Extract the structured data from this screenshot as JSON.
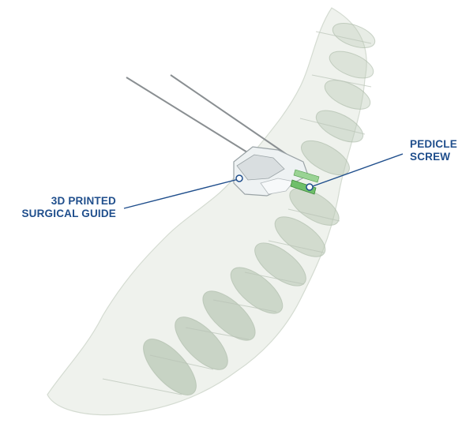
{
  "colors": {
    "label_text": "#1f4e8c",
    "leader_line": "#1f4e8c",
    "bone_fill": "#e6ece4",
    "bone_stroke": "#c9d2c7",
    "disc_fill": "#b9c8b5",
    "guide_fill": "#eef2f3",
    "guide_stroke": "#9aa3a6",
    "wire": "#8a8f92",
    "screw": "#6fbf6a"
  },
  "labels": {
    "surgical_guide": "3D PRINTED\nSURGICAL GUIDE",
    "pedicle_screw": "PEDICLE\nSCREW"
  },
  "icons": {
    "spine": "spine-illustration",
    "guide": "surgical-guide-model",
    "screw": "pedicle-screw-model"
  }
}
